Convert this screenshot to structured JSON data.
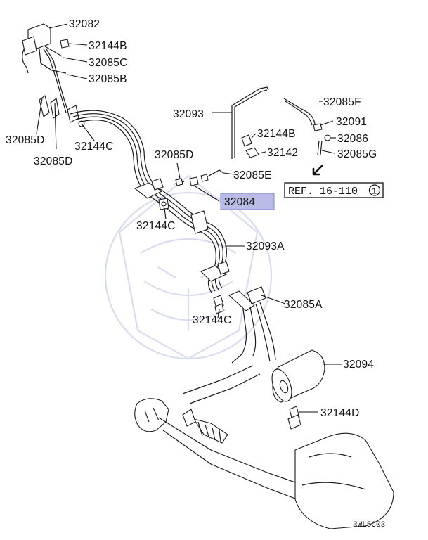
{
  "diagram": {
    "labels": [
      {
        "key": "32082",
        "text": "32082"
      },
      {
        "key": "32144B_top",
        "text": "32144B"
      },
      {
        "key": "32085C",
        "text": "32085C"
      },
      {
        "key": "32085B",
        "text": "32085B"
      },
      {
        "key": "32085D_left",
        "text": "32085D"
      },
      {
        "key": "32144C_top",
        "text": "32144C"
      },
      {
        "key": "32085D_bottom",
        "text": "32085D"
      },
      {
        "key": "32093",
        "text": "32093"
      },
      {
        "key": "32144B_mid",
        "text": "32144B"
      },
      {
        "key": "32142",
        "text": "32142"
      },
      {
        "key": "32085D_mid",
        "text": "32085D"
      },
      {
        "key": "32085E",
        "text": "32085E"
      },
      {
        "key": "32085F",
        "text": "32085F"
      },
      {
        "key": "32091",
        "text": "32091"
      },
      {
        "key": "32086",
        "text": "32086"
      },
      {
        "key": "32085G",
        "text": "32085G"
      },
      {
        "key": "32084",
        "text": "32084"
      },
      {
        "key": "32144C_mid",
        "text": "32144C"
      },
      {
        "key": "32093A",
        "text": "32093A"
      },
      {
        "key": "32085A",
        "text": "32085A"
      },
      {
        "key": "32144C_low",
        "text": "32144C"
      },
      {
        "key": "32094",
        "text": "32094"
      },
      {
        "key": "32144D",
        "text": "32144D"
      }
    ],
    "reference": {
      "prefix": "REF. 16-110",
      "circle": "1"
    },
    "highlighted_part": "32084",
    "drawing_code": "3WL5C03",
    "icons": [
      "arrow-down-left-icon"
    ],
    "colors": {
      "highlight": "#b9bce6",
      "line": "#111111",
      "watermark": "#d9dcee"
    }
  }
}
